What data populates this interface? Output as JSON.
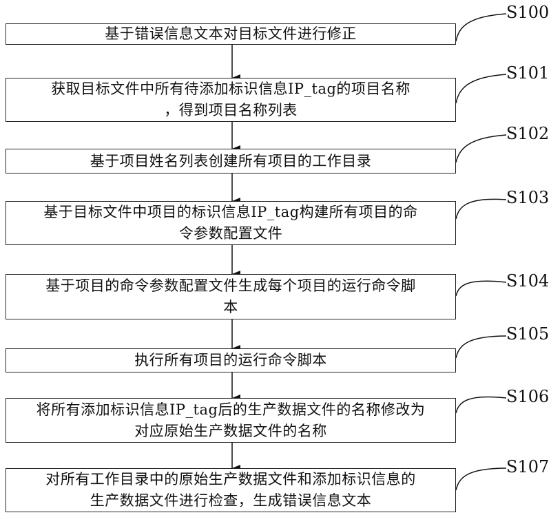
{
  "steps": [
    {
      "label": "S100",
      "text": "基于错误信息文本对目标文件进行修正"
    },
    {
      "label": "S101",
      "text": "获取目标文件中所有待添加标识信息IP_tag的项目名称\n，得到项目名称列表"
    },
    {
      "label": "S102",
      "text": "基于项目姓名列表创建所有项目的工作目录"
    },
    {
      "label": "S103",
      "text": "基于目标文件中项目的标识信息IP_tag构建所有项目的命\n令参数配置文件"
    },
    {
      "label": "S104",
      "text": "基于项目的命令参数配置文件生成每个项目的运行命令脚\n本"
    },
    {
      "label": "S105",
      "text": "执行所有项目的运行命令脚本"
    },
    {
      "label": "S106",
      "text": "将所有添加标识信息IP_tag后的生产数据文件的名称修改为\n对应原始生产数据文件的名称"
    },
    {
      "label": "S107",
      "text": "对所有工作目录中的原始生产数据文件和添加标识信息的\n生产数据文件进行检查，生成错误信息文本"
    }
  ]
}
